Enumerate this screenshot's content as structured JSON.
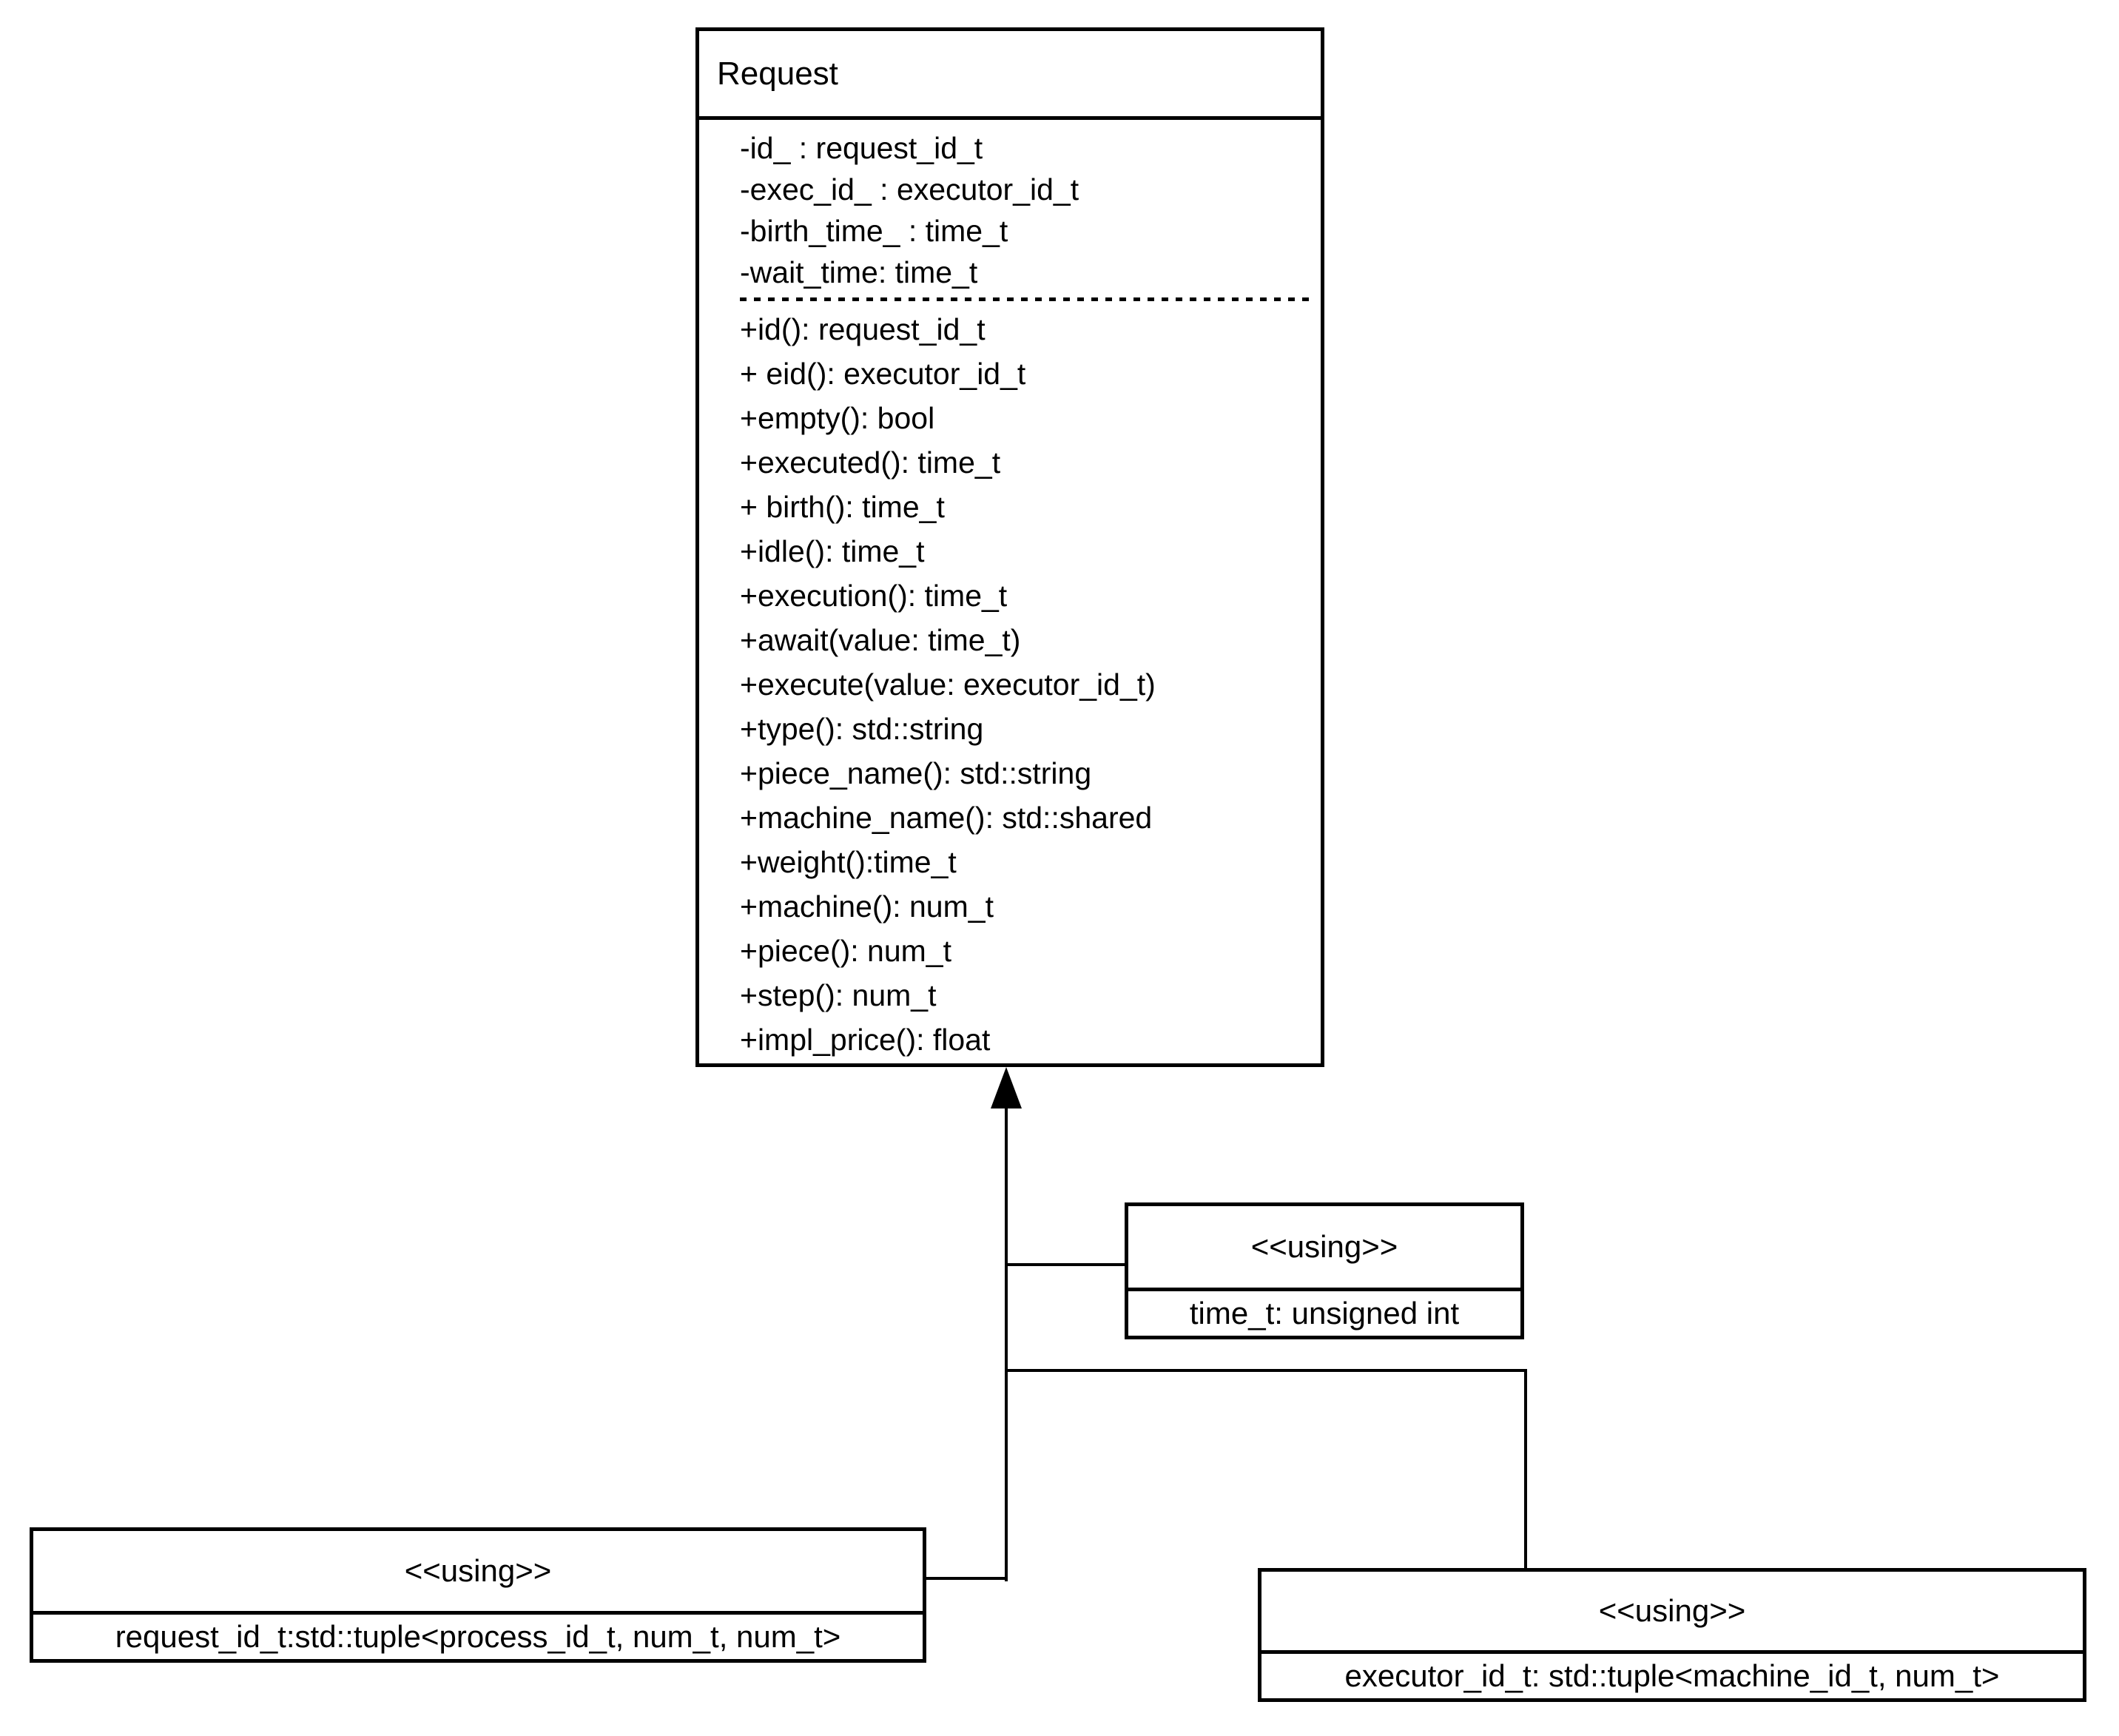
{
  "request_class": {
    "title": "Request",
    "attributes": [
      "-id_ : request_id_t",
      "-exec_id_ : executor_id_t",
      "-birth_time_ : time_t",
      "-wait_time: time_t"
    ],
    "methods": [
      "+id(): request_id_t",
      "+ eid(): executor_id_t",
      "+empty(): bool",
      "+executed(): time_t",
      "+ birth(): time_t",
      "+idle(): time_t",
      "+execution(): time_t",
      "+await(value: time_t)",
      "+execute(value: executor_id_t)",
      "+type(): std::string",
      "+piece_name(): std::string",
      "+machine_name(): std::shared",
      "+weight():time_t",
      "+machine(): num_t",
      "+piece(): num_t",
      "+step(): num_t",
      "+impl_price(): float"
    ]
  },
  "typedefs": {
    "time_t": {
      "stereotype": "<<using>>",
      "definition": "time_t: unsigned int"
    },
    "request_id_t": {
      "stereotype": "<<using>>",
      "definition": "request_id_t:std::tuple<process_id_t, num_t, num_t>"
    },
    "executor_id_t": {
      "stereotype": "<<using>>",
      "definition": "executor_id_t: std::tuple<machine_id_t, num_t>"
    }
  },
  "colors": {
    "line": "#000000",
    "background": "#ffffff",
    "text": "#000000"
  }
}
